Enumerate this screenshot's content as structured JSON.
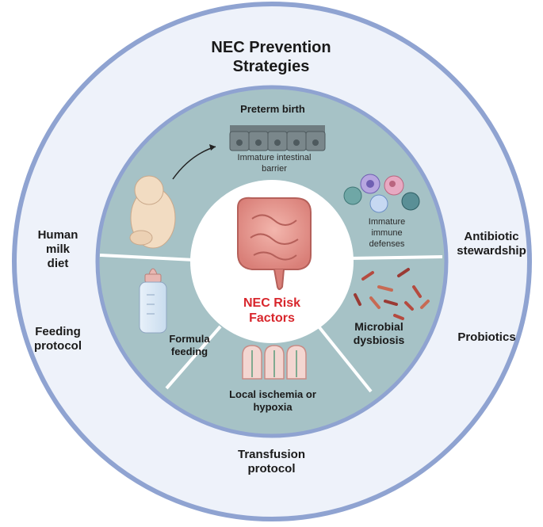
{
  "outer": {
    "title": "NEC Prevention\nStrategies",
    "strategies": {
      "human_milk": "Human\nmilk\ndiet",
      "feeding_protocol": "Feeding\nprotocol",
      "antibiotic": "Antibiotic\nstewardship",
      "probiotics": "Probiotics",
      "transfusion": "Transfusion\nprotocol"
    }
  },
  "middle": {
    "preterm_birth": "Preterm birth",
    "intestinal_barrier": "Immature intestinal\nbarrier",
    "immune_defenses": "Immature\nimmune\ndefenses",
    "formula_feeding": "Formula\nfeeding",
    "ischemia": "Local ischemia or\nhypoxia",
    "dysbiosis": "Microbial\ndysbiosis"
  },
  "center": {
    "title": "NEC Risk\nFactors"
  },
  "colors": {
    "outer_fill": "#eef2fa",
    "ring_stroke": "#8fa3d1",
    "middle_fill": "#a6c2c6",
    "center_fill": "#ffffff",
    "accent_red": "#d8262c"
  }
}
